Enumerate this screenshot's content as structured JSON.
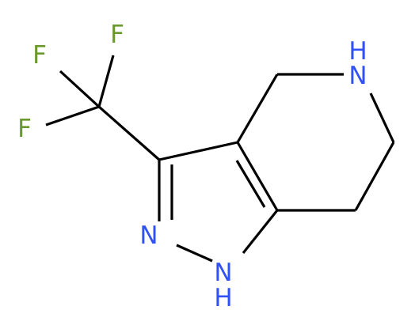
{
  "molecule": {
    "atoms": {
      "f1": {
        "symbol": "F"
      },
      "f2": {
        "symbol": "F"
      },
      "f3": {
        "symbol": "F"
      },
      "n_ring5": {
        "symbol": "N"
      },
      "nh_ring5_n": {
        "symbol": "N"
      },
      "nh_ring5_h": {
        "symbol": "H"
      },
      "nh_ring6": {
        "symbol": "H"
      },
      "n_ring6": {
        "symbol": "N"
      }
    },
    "colors": {
      "fluorine": "#6a9a2e",
      "nitrogen": "#3050f8",
      "bond": "#000000"
    }
  }
}
